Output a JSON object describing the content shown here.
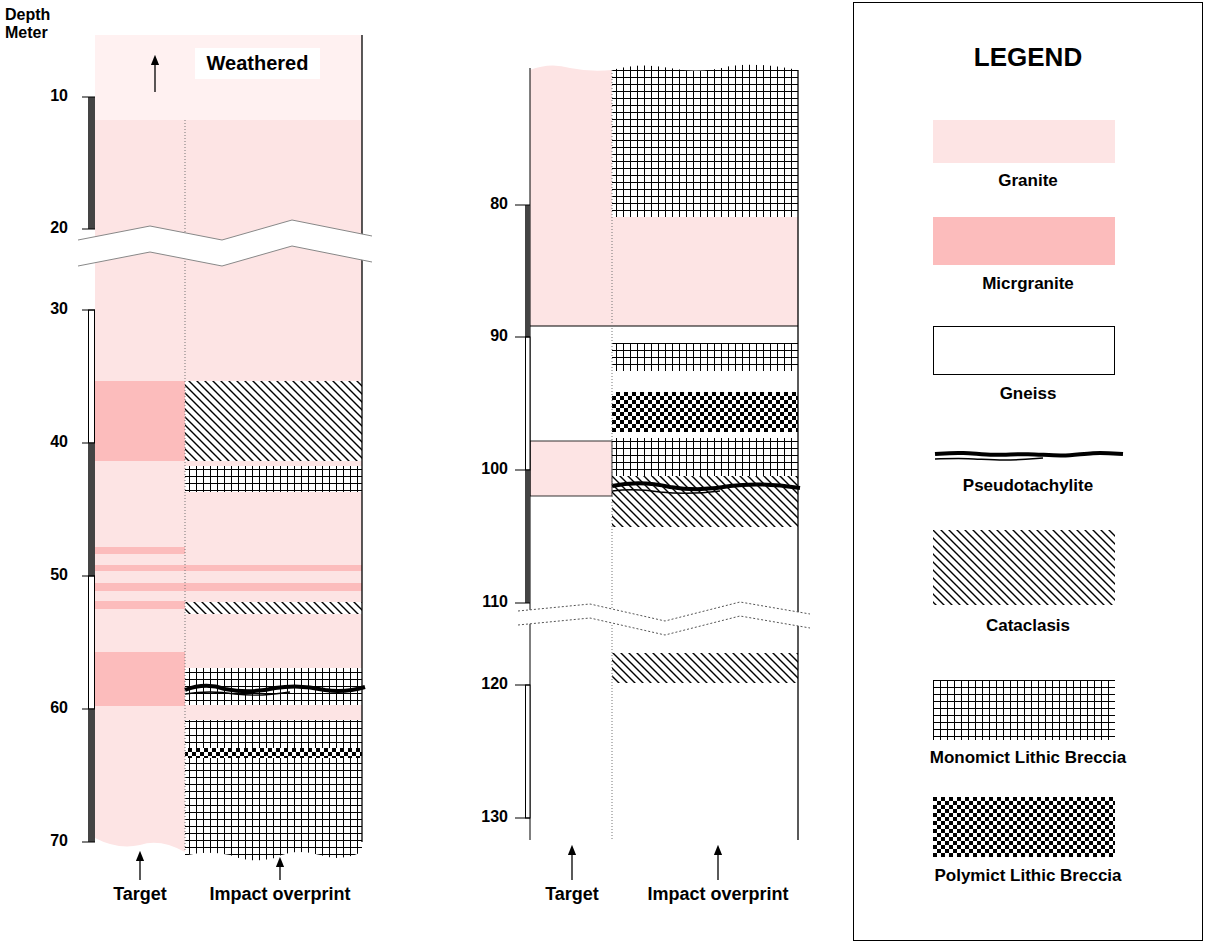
{
  "diagram": {
    "nodes": [
      {
        "text": [
          "LEGEND"
        ]
      }
    ],
    "labels": [
      "Depth Meter",
      "Weathered",
      "10",
      "20",
      "30",
      "40",
      "50",
      "60",
      "70",
      "Target",
      "Impact overprint",
      "80",
      "90",
      "100",
      "110",
      "120",
      "130",
      "Target",
      "Impact overprint"
    ],
    "legend": [
      {
        "text": "Granite",
        "color": "#fde4e4"
      },
      {
        "text": "Micrgranite",
        "color": "#fcbcbc"
      },
      {
        "text": "Gneiss",
        "color": "#ffffff"
      },
      {
        "text": "Pseudotachylite"
      },
      {
        "text": "Cataclasis"
      },
      {
        "text": "Monomict Lithic Breccia"
      },
      {
        "text": "Polymict Lithic Breccia"
      }
    ]
  }
}
